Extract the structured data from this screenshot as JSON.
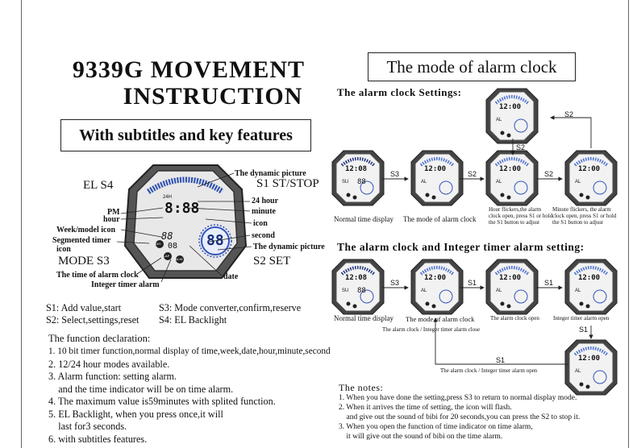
{
  "title": {
    "line1": "9339G MOVEMENT",
    "line2": "INSTRUCTION"
  },
  "subtitle_box": "With subtitles and key features",
  "alarm_box": "The mode of alarm clock",
  "watch_labels": {
    "dynamic_picture_top": "The dynamic picture",
    "s1": "S1 ST/STOP",
    "el_s4": "EL S4",
    "hour24": "24 hour",
    "minute": "minute",
    "pm": "PM",
    "hour": "hour",
    "icon": "icon",
    "week_model_icon": "Week/model icon",
    "second": "second",
    "segmented_timer": "Segmented timer",
    "segmented_icon": "icon",
    "dynamic_picture_bottom": "The dynamic picture",
    "mode_s3": "MODE S3",
    "s2_set": "S2 SET",
    "time_alarm_clock": "The time of alarm clock",
    "date": "date",
    "integer_timer_alarm": "Integer timer alarm",
    "lcd_day": "88",
    "lcd_sec": "88",
    "lcd_date": "08",
    "lcd_24h": "24H",
    "btn_lap": "LAP",
    "btn_alm": "ALM",
    "btn_sig": "SIG"
  },
  "keys": {
    "s1": "S1: Add value,start",
    "s3": "S3: Mode converter,confirm,reserve",
    "s2": "S2: Select,settings,reset",
    "s4": "S4: EL Backlight"
  },
  "function": {
    "heading": "The function declaration:",
    "items": [
      "1. 10 bit timer function,normal display of time,week,date,hour,minute,second",
      "2. 12/24 hour modes available.",
      "3. Alarm function: setting alarm.",
      "    and the time indicator will be on time alarm.",
      "4. The maximum value is59minutes with splited function.",
      "5. EL Backlight, when you press once,it will",
      "    last for3 seconds.",
      "6. with subtitles features."
    ]
  },
  "settings": {
    "heading": "The alarm clock Settings:",
    "captions": [
      "Normal time display",
      "The mode of alarm clock",
      "Hour flickers,the alarm clock open, press S1 or hold the S1 button to adjust",
      "Minute flickers, the alarm clock open, press S1 or hold the S1 button to adjust"
    ],
    "arrows": [
      "S3",
      "S2",
      "S2",
      "S2",
      "S2"
    ]
  },
  "integer": {
    "heading": "The alarm clock and Integer timer alarm setting:",
    "captions": [
      "Normal time display",
      "The mode of alarm clock",
      "The alarm clock open",
      "Integer timer alarm open",
      "The alarm clock / Integer timer alarm close",
      "The alarm clock / Integer timer alarm open"
    ],
    "arrows": [
      "S3",
      "S1",
      "S1",
      "S1",
      "S1"
    ]
  },
  "lcd": {
    "time": "12:08",
    "alarm": "12:00",
    "alarm_hour": "12",
    "alarm_min": "00",
    "al": "AL",
    "su": "SU",
    "d88": "88"
  },
  "notes": {
    "heading": "The notes:",
    "items": [
      "1. When you have done the setting,press S3 to return to normal display mode.",
      "2. When it arrives the time of setting, the icon will flash.",
      "    and give out the sound of bibi for 20 seconds,you can press the S2 to stop it.",
      "3. When you open the function of time indicator on time alarm,",
      "    it will give out the sound of bibi on the time alarm."
    ]
  }
}
